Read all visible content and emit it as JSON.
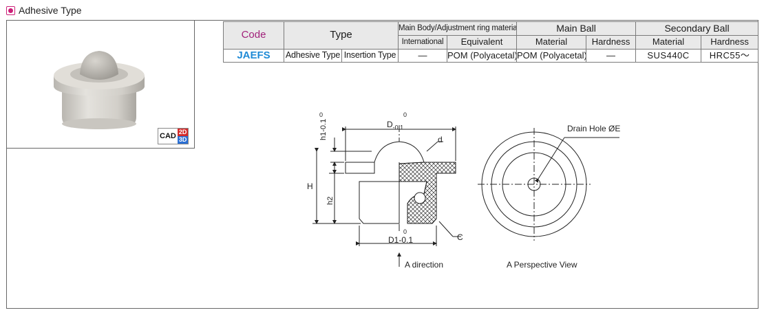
{
  "header": {
    "title": "Adhesive Type"
  },
  "cad_badge": {
    "label": "CAD",
    "d2": "2D",
    "d3": "3D"
  },
  "table": {
    "head": {
      "code": "Code",
      "type": "Type",
      "body_material": "Main Body/Adjustment ring material",
      "main_ball": "Main Ball",
      "secondary_ball": "Secondary Ball",
      "international": "International",
      "equivalent": "Equivalent",
      "mb_material": "Material",
      "mb_hardness": "Hardness",
      "sb_material": "Material",
      "sb_hardness": "Hardness"
    },
    "row": {
      "code": "JAEFS",
      "type1": "Adhesive Type",
      "type2": "Insertion Type",
      "international": "—",
      "equivalent": "POM (Polyacetal)",
      "mb_material": "POM (Polyacetal)",
      "mb_hardness": "—",
      "sb_material": "SUS440C",
      "sb_hardness": "HRC55～"
    }
  },
  "drawing": {
    "dim_d_top": "D",
    "dim_d_top_tol": "-0.1",
    "dim_d_top_zero": "0",
    "dim_h1": "h1-0.1",
    "dim_h1_zero": "0",
    "dim_d": "d",
    "dim_H": "H",
    "dim_h2": "h2",
    "dim_d1": "D1-0.1",
    "dim_d1_zero": "0",
    "dim_c": "C",
    "a_direction": "A direction",
    "drain_hole": "Drain Hole ØE",
    "perspective": "A Perspective View"
  },
  "colors": {
    "accent": "#cc1f78",
    "code_header": "#a1207a",
    "code_value": "#1e8ad6",
    "cad_2d": "#d42a2a",
    "cad_3d": "#2a6fd4"
  }
}
